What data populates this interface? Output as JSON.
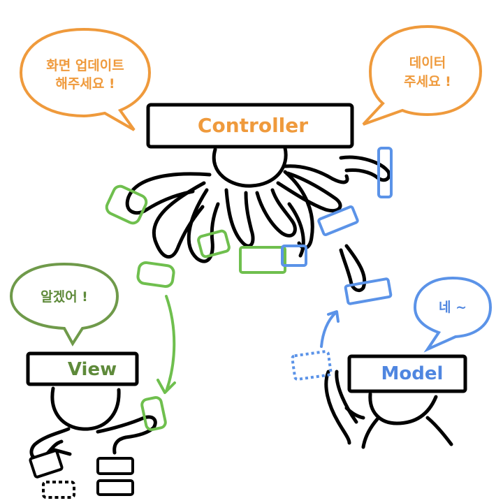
{
  "colors": {
    "controller": "#ef9a3c",
    "view": "#5e8a3a",
    "model": "#4f86e0",
    "green_block": "#6fbf4e",
    "blue_block": "#5b93e8"
  },
  "controller": {
    "label": "Controller",
    "bubble_left_line1": "화면 업데이트",
    "bubble_left_line2": "해주세요 !",
    "bubble_right_line1": "데이터",
    "bubble_right_line2": "주세요 !"
  },
  "view": {
    "label": "View",
    "bubble": "알겠어 !"
  },
  "model": {
    "label": "Model",
    "bubble": "네 ~"
  },
  "icons": [
    "speech-bubble-icon",
    "stick-figure-icon",
    "arrow-icon",
    "data-block-icon"
  ]
}
